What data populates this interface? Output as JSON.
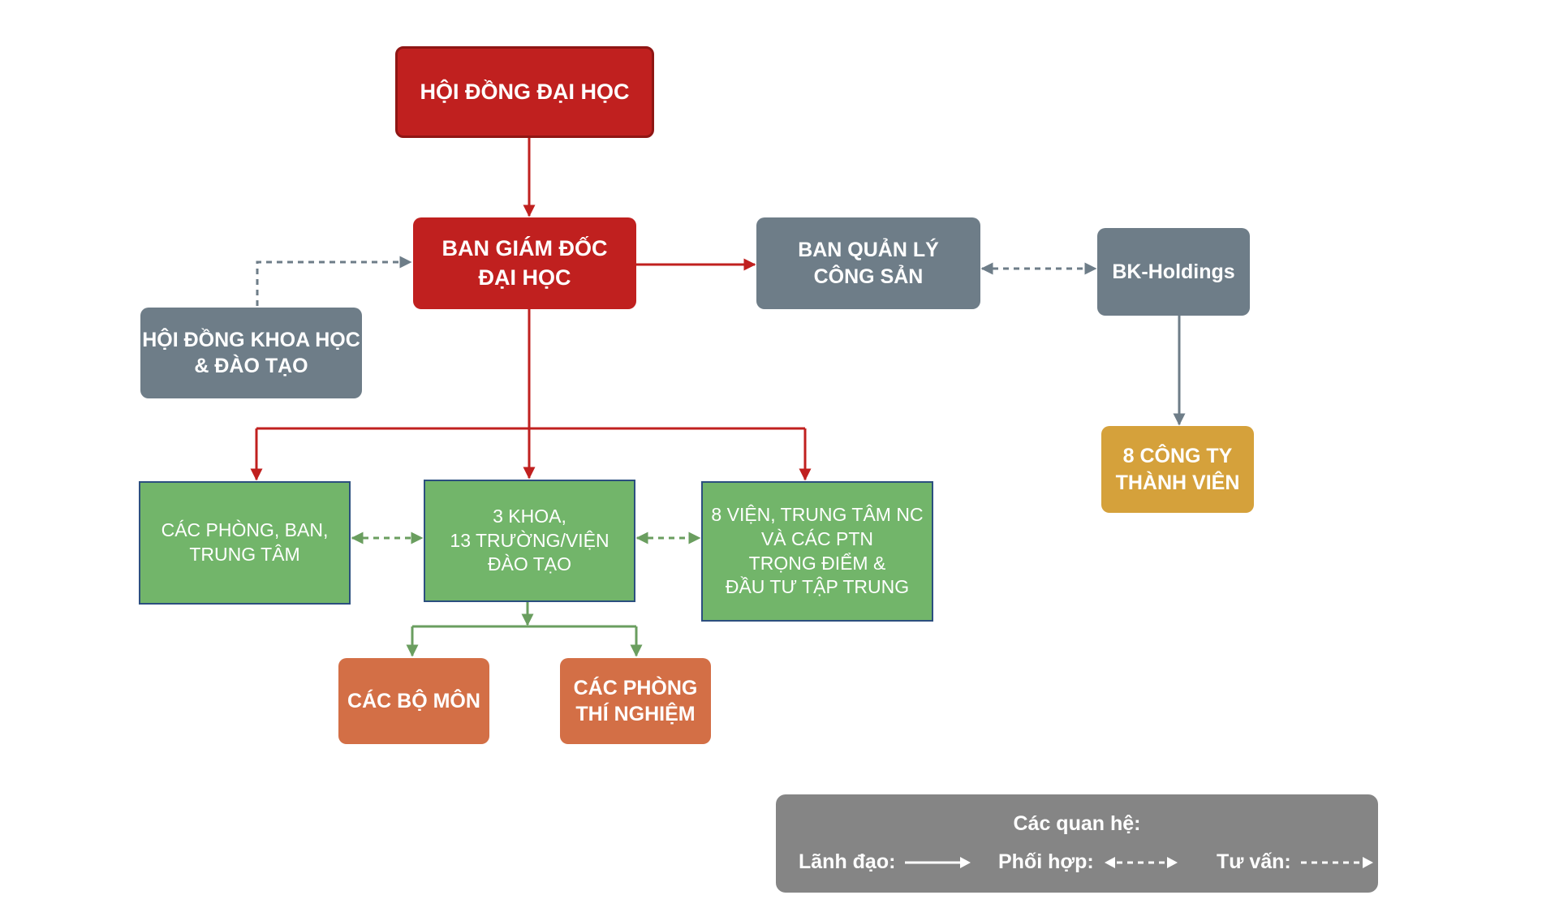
{
  "nodes": {
    "council": "HỘI ĐỒNG ĐẠI HỌC",
    "board": "BAN GIÁM ĐỐC\nĐẠI HỌC",
    "asset_board": "BAN QUẢN LÝ\nCÔNG SẢN",
    "holdings": "BK-Holdings",
    "science_council": "HỘI ĐỒNG KHOA HỌC\n& ĐÀO TẠO",
    "member_companies": "8 CÔNG TY\nTHÀNH VIÊN",
    "offices": "CÁC PHÒNG, BAN,\nTRUNG TÂM",
    "faculties": "3 KHOA,\n13 TRƯỜNG/VIỆN\nĐÀO TẠO",
    "institutes": "8 VIỆN,  TRUNG TÂM NC\nVÀ CÁC PTN\nTRỌNG ĐIỂM &\nĐẦU TƯ TẬP TRUNG",
    "departments": "CÁC BỘ MÔN",
    "labs": "CÁC PHÒNG\nTHÍ NGHIỆM"
  },
  "legend": {
    "title": "Các quan hệ:",
    "leadership": "Lãnh đạo:",
    "coordination": "Phối hợp:",
    "advisory": "Tư vấn:"
  },
  "colors": {
    "leadership_red": "#c0201f",
    "slate": "#6e7d88",
    "gold": "#d5a13b",
    "orange": "#d36f46",
    "green": "#72b56a",
    "green_connector": "#6a9e5f",
    "legend_gray": "#858585"
  }
}
